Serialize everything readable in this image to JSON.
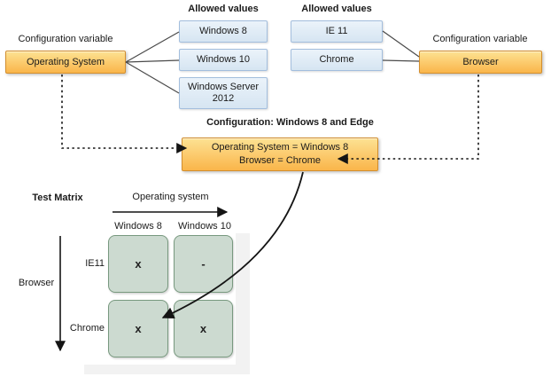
{
  "colors": {
    "orange-light": "#FDE293",
    "orange-deep": "#FAB54A",
    "orange-border": "#D28E2E",
    "blue-light": "#EBF3FA",
    "blue-deep": "#D6E5F2",
    "blue-border": "#A3BEDD",
    "green-fill": "#CCDAD0",
    "green-border": "#78997F",
    "panel-gray": "#F2F2F2",
    "line-gray": "#4A4A4A",
    "arrow-black": "#141414",
    "text": "#1A1A1A"
  },
  "variables": {
    "left_label": "Configuration variable",
    "right_label": "Configuration variable",
    "os_name": "Operating System",
    "browser_name": "Browser",
    "allowed_values_os": "Allowed values",
    "allowed_values_browser": "Allowed values",
    "os_values": [
      "Windows 8",
      "Windows 10",
      "Windows Server 2012"
    ],
    "browser_values": [
      "IE 11",
      "Chrome"
    ]
  },
  "configuration": {
    "title": "Configuration: Windows 8 and Edge",
    "line1": "Operating System = Windows 8",
    "line2": "Browser = Chrome"
  },
  "matrix": {
    "title": "Test Matrix",
    "x_axis_label": "Operating system",
    "y_axis_label": "Browser",
    "column_headers": [
      "Windows 8",
      "Windows 10"
    ],
    "row_headers": [
      "IE11",
      "Chrome"
    ],
    "cells": [
      [
        "x",
        "-"
      ],
      [
        "x",
        "x"
      ]
    ]
  }
}
